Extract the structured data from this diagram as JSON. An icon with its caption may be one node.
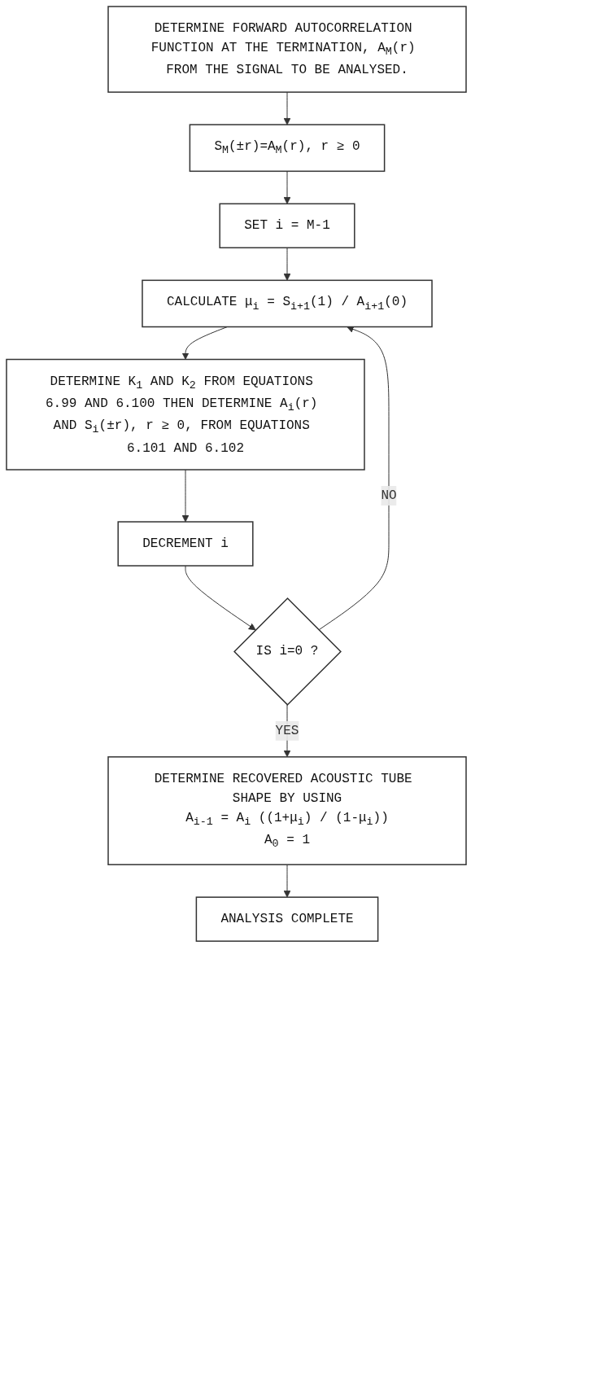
{
  "diagram": {
    "nodes": [
      {
        "text": [
          "DETERMINE FORWARD AUTOCORRELATION FUNCTION AT THE TERMINATION, A$_{M}$(r) FROM THE SIGNAL TO BE ANALYSED."
        ]
      },
      {
        "text": [
          "S$_{M}$(±r)=A$_{M}$(r), r ≥ 0"
        ]
      },
      {
        "text": [
          "SET i = M-1"
        ]
      },
      {
        "text": [
          "CALCULATE μ$_{i}$ = S$_{i+1}$(1) / A$_{i+1}$(0)"
        ]
      },
      {
        "text": [
          "DETERMINE K$_{1}$ AND K$_{2}$ FROM EQUATIONS 6.99 AND 6.100 THEN DETERMINE A$_{i}$(r) AND S$_{i}$(±r), r ≥ 0, FROM EQUATIONS 6.101 AND 6.102"
        ]
      },
      {
        "text": [
          "DECREMENT i"
        ]
      },
      {
        "text": [
          "IS i=0 ?"
        ]
      },
      {
        "text": [
          "DETERMINE RECOVERED ACOUSTIC TUBE SHAPE BY USING",
          "A$_{i-1}$ = A$_{i}$ ((1+μ$_{i}$) / (1-μ$_{i}$))",
          "A$_{0}$ = 1"
        ]
      },
      {
        "text": [
          "ANALYSIS COMPLETE"
        ]
      }
    ],
    "edges": [
      {
        "from": 0,
        "to": 1,
        "arrow": "to"
      },
      {
        "from": 1,
        "to": 2,
        "arrow": "to"
      },
      {
        "from": 2,
        "to": 3,
        "arrow": "to"
      },
      {
        "from": 3,
        "to": 4,
        "arrow": "to"
      },
      {
        "from": 4,
        "to": 5,
        "arrow": "to"
      },
      {
        "from": 5,
        "to": 6,
        "arrow": "to"
      },
      {
        "from": 6,
        "to": 3,
        "label": "NO",
        "arrow": "to"
      },
      {
        "from": 6,
        "to": 7,
        "label": "YES",
        "arrow": "to"
      },
      {
        "from": 7,
        "to": 8,
        "arrow": "to"
      }
    ]
  }
}
